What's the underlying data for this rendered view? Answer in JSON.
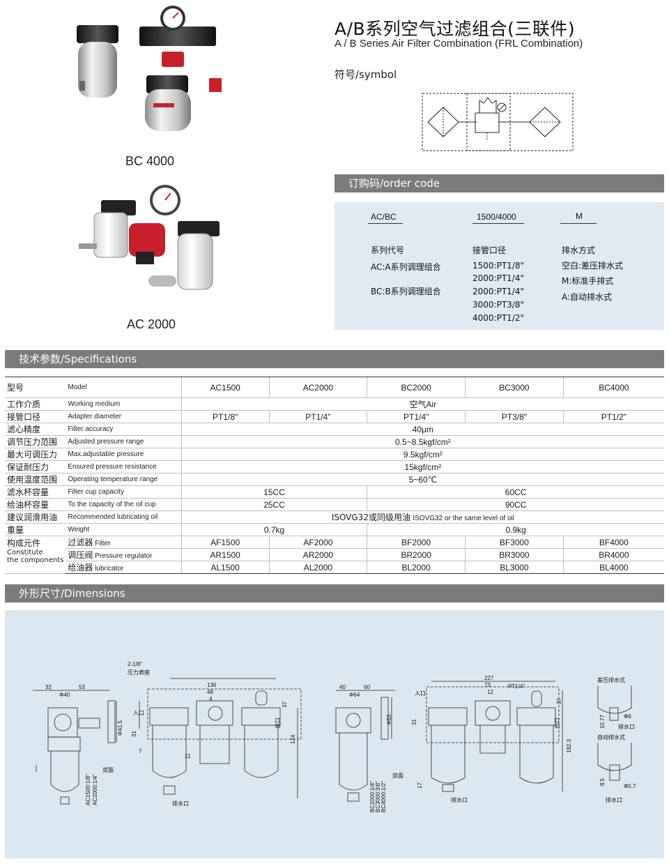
{
  "header": {
    "title_cn": "A/B系列空气过滤组合(三联件)",
    "title_en": "A / B Series Air Filter Combination (FRL Combination)",
    "symbol_label": "符号/symbol"
  },
  "products": [
    {
      "label": "BC 4000"
    },
    {
      "label": "AC 2000"
    }
  ],
  "order_code": {
    "section_title": "订购码/order code",
    "codes": [
      "AC/BC",
      "1500/4000",
      "M"
    ],
    "series": {
      "title": "系列代号",
      "lines": [
        "AC:A系列调理组合",
        "BC:B系列调理组合"
      ]
    },
    "port": {
      "title": "接管口径",
      "lines": [
        "1500:PT1/8\"",
        "2000:PT1/4\"",
        "2000:PT1/4\"",
        "3000:PT3/8\"",
        "4000:PT1/2\""
      ]
    },
    "drain": {
      "title": "排水方式",
      "lines": [
        "空白:差压排水式",
        "M:标准手排式",
        "A:自动排水式"
      ]
    }
  },
  "specs": {
    "section_title": "技术参数/Specifications",
    "model_row": {
      "cn": "型号",
      "en": "Model",
      "values": [
        "AC1500",
        "AC2000",
        "BC2000",
        "BC3000",
        "BC4000"
      ]
    },
    "rows": [
      {
        "cn": "工作介质",
        "en": "Working medium",
        "value": "空气Air"
      },
      {
        "cn": "接管口径",
        "en": "Adapter diameter",
        "values": [
          "PT1/8\"",
          "PT1/4\"",
          "PT1/4\"",
          "PT3/8\"",
          "PT1/2\""
        ]
      },
      {
        "cn": "滤心精度",
        "en": "Filter accuracy",
        "value": "40μm"
      },
      {
        "cn": "调节压力范围",
        "en": "Adjusted pressure range",
        "value": "0.5~8.5kgf/cm²"
      },
      {
        "cn": "最大可调压力",
        "en": "Max.adjustable pressure",
        "value": "9.5kgf/cm²"
      },
      {
        "cn": "保证耐压力",
        "en": "Ensured pressure resistance",
        "value": "15kgf/cm²"
      },
      {
        "cn": "使用温度范围",
        "en": "Operating temperature range",
        "value": "5~60℃"
      },
      {
        "cn": "滤水杯容量",
        "en": "Filter cup capacity",
        "values": [
          "15CC",
          "60CC"
        ]
      },
      {
        "cn": "给油杯容量",
        "en": "To the capacity of the oil cup",
        "values": [
          "25CC",
          "90CC"
        ]
      },
      {
        "cn": "建议润滑用油",
        "en": "Recommended lubricating oil",
        "value_cn": "ISOVG32或同级用油",
        "value_en": "ISOVG32 or the same level of oil"
      },
      {
        "cn": "重量",
        "en": "Weight",
        "values": [
          "0.7kg",
          "0.9kg"
        ]
      }
    ],
    "components": {
      "cn": "构成元件",
      "en_line1": "Constitute",
      "en_line2": "the components",
      "items": [
        {
          "cn": "过滤器",
          "en": "Filter",
          "values": [
            "AF1500",
            "AF2000",
            "BF2000",
            "BF3000",
            "BF4000"
          ]
        },
        {
          "cn": "调压阀",
          "en": "Pressure regulator",
          "values": [
            "AR1500",
            "AR2000",
            "BR2000",
            "BR3000",
            "BR4000"
          ]
        },
        {
          "cn": "给油器",
          "en": "lubricator",
          "values": [
            "AL1500",
            "AL2000",
            "BL2000",
            "BL3000",
            "BL4000"
          ]
        }
      ]
    }
  },
  "dimensions": {
    "section_title": "外形尺寸/Dimensions",
    "fig1": {
      "d1": "32",
      "d2": "53",
      "d3": "Φ40",
      "d4": "Φ41.5",
      "d5": "AC1500:1/8\"",
      "d6": "AC2000:1/4\"",
      "d7": "双面"
    },
    "fig2": {
      "gauge_cn": "压力表座",
      "gauge_en": "2-1/8\"",
      "d1": "136",
      "d2": "48",
      "d3": "4",
      "d4": "31",
      "d5": "7",
      "d6": "11",
      "d7": "37",
      "d8": "124",
      "inlet": "入口",
      "outlet": "出口",
      "drain": "排水口"
    },
    "fig3": {
      "d1": "40",
      "d2": "60",
      "d3": "Φ64",
      "d4": "Φ53",
      "d5": "BC2000:1/4\"",
      "d6": "BC3000:3/8\"",
      "d7": "BC4000:1/2\"",
      "d8": "双面"
    },
    "fig4": {
      "d1": "227",
      "d2": "73",
      "d3": "12",
      "d4": "PT1/4\"",
      "d5": "31",
      "d6": "37",
      "d7": "182.3",
      "d8": "17",
      "inlet": "入口",
      "outlet": "出口",
      "drain": "排水口"
    },
    "fig5": {
      "title1": "差压排水式",
      "d1": "10.77",
      "d2": "Φ6",
      "drain1": "排水口",
      "title2": "自动排水式",
      "d3": "8.5",
      "d4": "Φ5.7",
      "drain2": "排水口"
    }
  },
  "colors": {
    "bar": "#7b7b7b",
    "panel": "#dfeaf3",
    "dim_panel": "#dbe8f2",
    "red": "#c8202a"
  }
}
